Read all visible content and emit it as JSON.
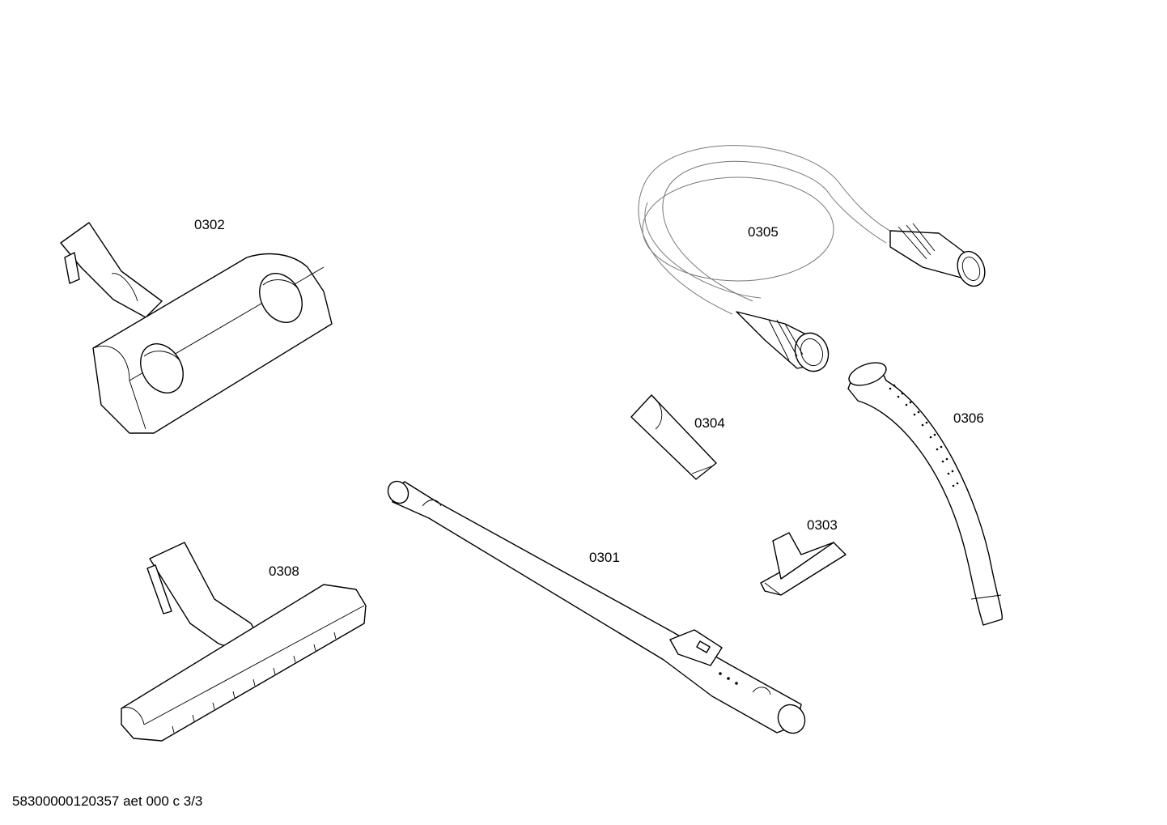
{
  "parts": [
    {
      "id": "p0302",
      "label": "0302"
    },
    {
      "id": "p0305",
      "label": "0305"
    },
    {
      "id": "p0304",
      "label": "0304"
    },
    {
      "id": "p0306",
      "label": "0306"
    },
    {
      "id": "p0303",
      "label": "0303"
    },
    {
      "id": "p0301",
      "label": "0301"
    },
    {
      "id": "p0308",
      "label": "0308"
    }
  ],
  "footer": {
    "text": "58300000120357 aet 000 c 3/3"
  }
}
